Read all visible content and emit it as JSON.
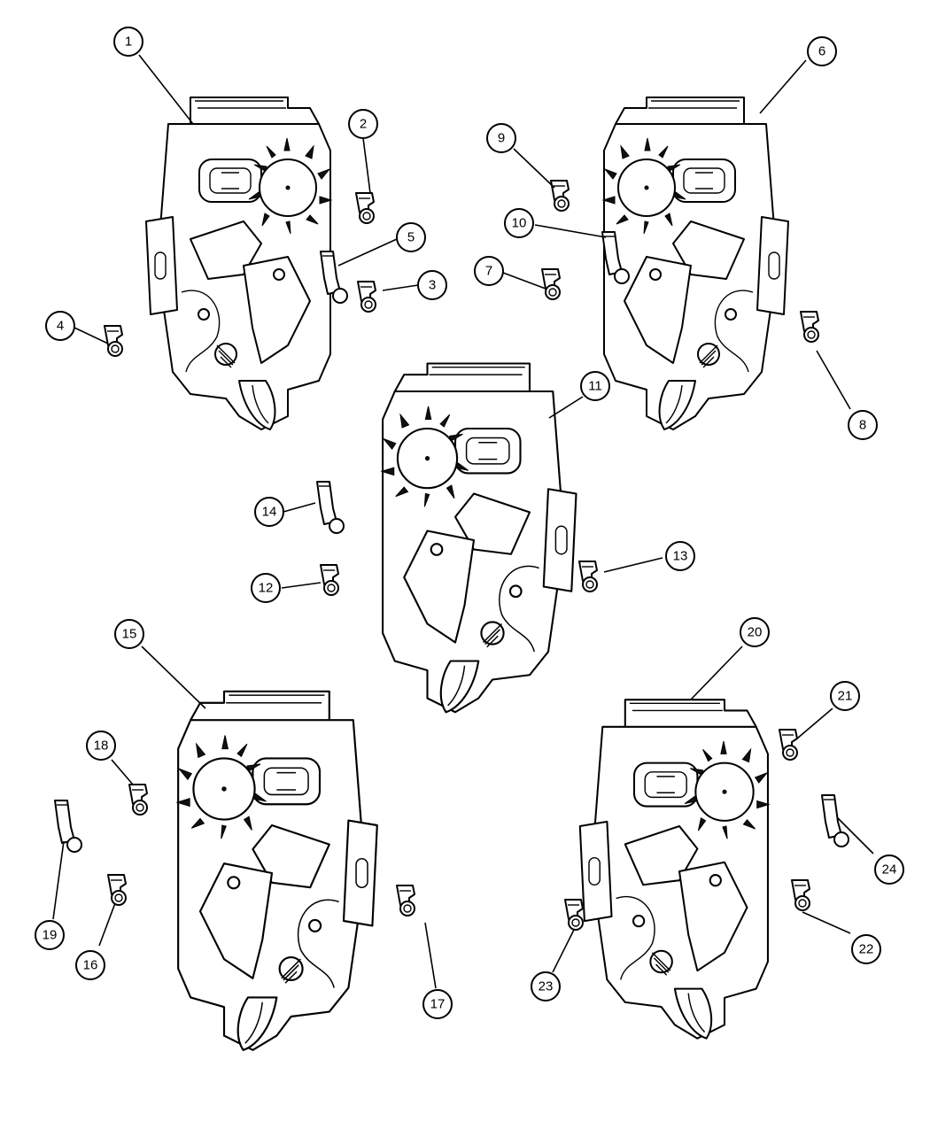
{
  "diagram": {
    "callouts": [
      {
        "id": "1",
        "label": "1"
      },
      {
        "id": "2",
        "label": "2"
      },
      {
        "id": "3",
        "label": "3"
      },
      {
        "id": "4",
        "label": "4"
      },
      {
        "id": "5",
        "label": "5"
      },
      {
        "id": "6",
        "label": "6"
      },
      {
        "id": "7",
        "label": "7"
      },
      {
        "id": "8",
        "label": "8"
      },
      {
        "id": "9",
        "label": "9"
      },
      {
        "id": "10",
        "label": "10"
      },
      {
        "id": "11",
        "label": "11"
      },
      {
        "id": "12",
        "label": "12"
      },
      {
        "id": "13",
        "label": "13"
      },
      {
        "id": "14",
        "label": "14"
      },
      {
        "id": "15",
        "label": "15"
      },
      {
        "id": "16",
        "label": "16"
      },
      {
        "id": "17",
        "label": "17"
      },
      {
        "id": "18",
        "label": "18"
      },
      {
        "id": "19",
        "label": "19"
      },
      {
        "id": "20",
        "label": "20"
      },
      {
        "id": "21",
        "label": "21"
      },
      {
        "id": "22",
        "label": "22"
      },
      {
        "id": "23",
        "label": "23"
      },
      {
        "id": "24",
        "label": "24"
      }
    ],
    "components": [
      {
        "id": "latch-top-left",
        "kind": "door-latch-assembly",
        "callout": "1"
      },
      {
        "id": "latch-top-right",
        "kind": "door-latch-assembly",
        "callout": "6"
      },
      {
        "id": "latch-center",
        "kind": "door-latch-assembly",
        "callout": "11"
      },
      {
        "id": "latch-bottom-left",
        "kind": "door-latch-assembly",
        "callout": "15"
      },
      {
        "id": "latch-bottom-right",
        "kind": "door-latch-assembly",
        "callout": "20"
      }
    ]
  }
}
